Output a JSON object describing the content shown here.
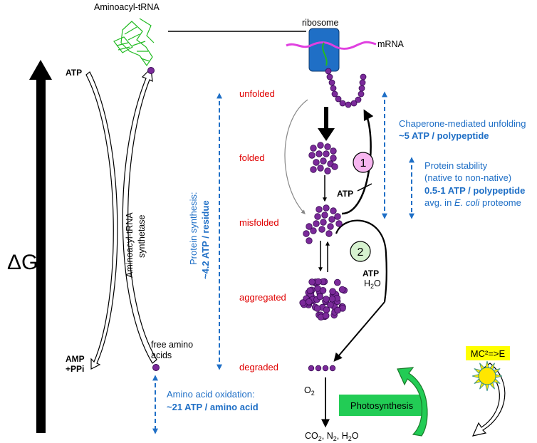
{
  "colors": {
    "state_label": "#e00000",
    "annotation": "#1f6fc6",
    "residue": "#7b2a9a",
    "residue_edge": "#3a0d55",
    "mrna": "#e040e0",
    "ribosome": "#1f6fc6",
    "trna": "#22bb22",
    "photosynthesis_box": "#22cc55",
    "mc2_box": "#ffff00",
    "sun": "#ffe600",
    "chaperone_circle": "#f7b6f0",
    "protease_circle": "#d6f2cf"
  },
  "labels": {
    "delta_g": "ΔG",
    "aminoacyl_trna": "Aminoacyl-tRNA",
    "ribosome": "ribosome",
    "mrna": "mRNA",
    "atp_left": "ATP",
    "amp": "AMP",
    "ppi": "+PPi",
    "synthetase_line1": "Aminoacyl-tRNA",
    "synthetase_line2": "synthetase",
    "free_aa_line1": "free amino",
    "free_aa_line2": "acids",
    "atp_chaperone": "ATP",
    "atp_protease": "ATP",
    "h2o": "H",
    "h2o_sub": "2",
    "h2o_end": "O",
    "o2": "O",
    "o2_sub": "2",
    "co2": "CO",
    "co2_sub": "2",
    "n2": ", N",
    "n2_sub": "2",
    "h2o_b": ", H",
    "h2o_b_sub": "2",
    "h2o_b_end": "O",
    "photosynthesis": "Photosynthesis",
    "mc2": "MC²=>E",
    "circle_1": "1",
    "circle_2": "2"
  },
  "states": {
    "unfolded": "unfolded",
    "folded": "folded",
    "misfolded": "misfolded",
    "aggregated": "aggregated",
    "degraded": "degraded"
  },
  "annotations": {
    "synthesis_line1": "Protein synthesis:",
    "synthesis_line2": "~4.2 ATP / residue",
    "chaperone_line1": "Chaperone-mediated unfolding",
    "chaperone_line2": "~5 ATP / polypeptide",
    "stability_line1": "Protein stability",
    "stability_line2": "(native to non-native)",
    "stability_line3": "0.5-1 ATP / polypeptide",
    "stability_line4_pre": "avg. in ",
    "stability_line4_em": "E. coli",
    "stability_line4_post": " proteome",
    "oxidation_line1": "Amino acid oxidation:",
    "oxidation_line2": "~21 ATP / amino acid"
  }
}
